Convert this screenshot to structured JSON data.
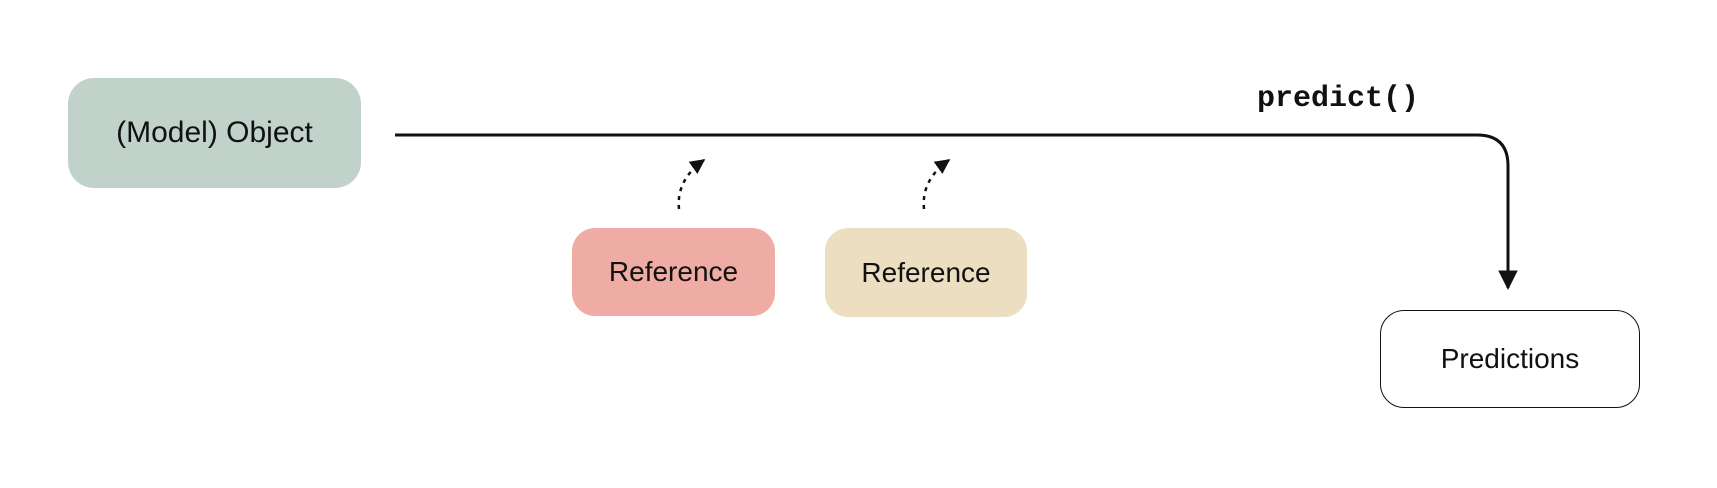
{
  "diagram": {
    "nodes": {
      "model_object": {
        "label": "(Model) Object"
      },
      "reference_1": {
        "label": "Reference"
      },
      "reference_2": {
        "label": "Reference"
      },
      "predictions": {
        "label": "Predictions"
      }
    },
    "edges": [
      {
        "name": "predict-call",
        "label": "predict()",
        "from": "model_object",
        "to": "predictions",
        "style": "solid-arrow"
      },
      {
        "name": "reference-1-merge",
        "label": "",
        "from": "reference_1",
        "to": "predict-call-line",
        "style": "dashed-arrow"
      },
      {
        "name": "reference-2-merge",
        "label": "",
        "from": "reference_2",
        "to": "predict-call-line",
        "style": "dashed-arrow"
      }
    ]
  },
  "colors": {
    "model-box": "#c1d2ca",
    "reference-1-box": "#efaca4",
    "reference-2-box": "#ecdec1",
    "predictions-box": "#ffffff",
    "line": "#111111",
    "text": "#111111",
    "background": "#ffffff"
  }
}
